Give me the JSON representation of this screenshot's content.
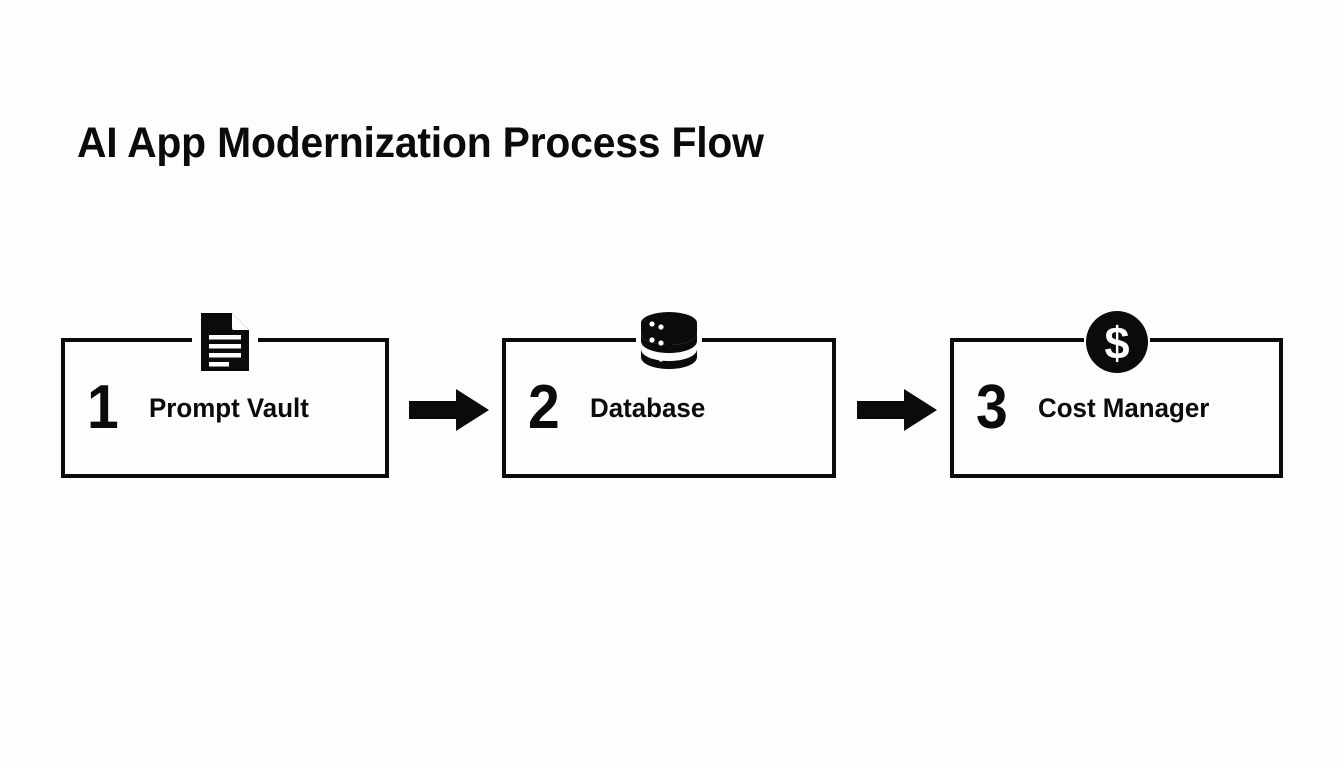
{
  "page": {
    "title": "AI App Modernization Process Flow",
    "background_color": "#fdfdfd",
    "ink_color": "#0b0b0b"
  },
  "diagram": {
    "type": "process-flow",
    "orientation": "horizontal",
    "step_count": 3,
    "steps": [
      {
        "number": "1",
        "label": "Prompt Vault",
        "icon": "document-icon"
      },
      {
        "number": "2",
        "label": "Database",
        "icon": "database-icon"
      },
      {
        "number": "3",
        "label": "Cost Manager",
        "icon": "dollar-circle-icon"
      }
    ],
    "connectors": [
      {
        "icon": "arrow-right-icon",
        "from": "1",
        "to": "2"
      },
      {
        "icon": "arrow-right-icon",
        "from": "2",
        "to": "3"
      }
    ]
  }
}
